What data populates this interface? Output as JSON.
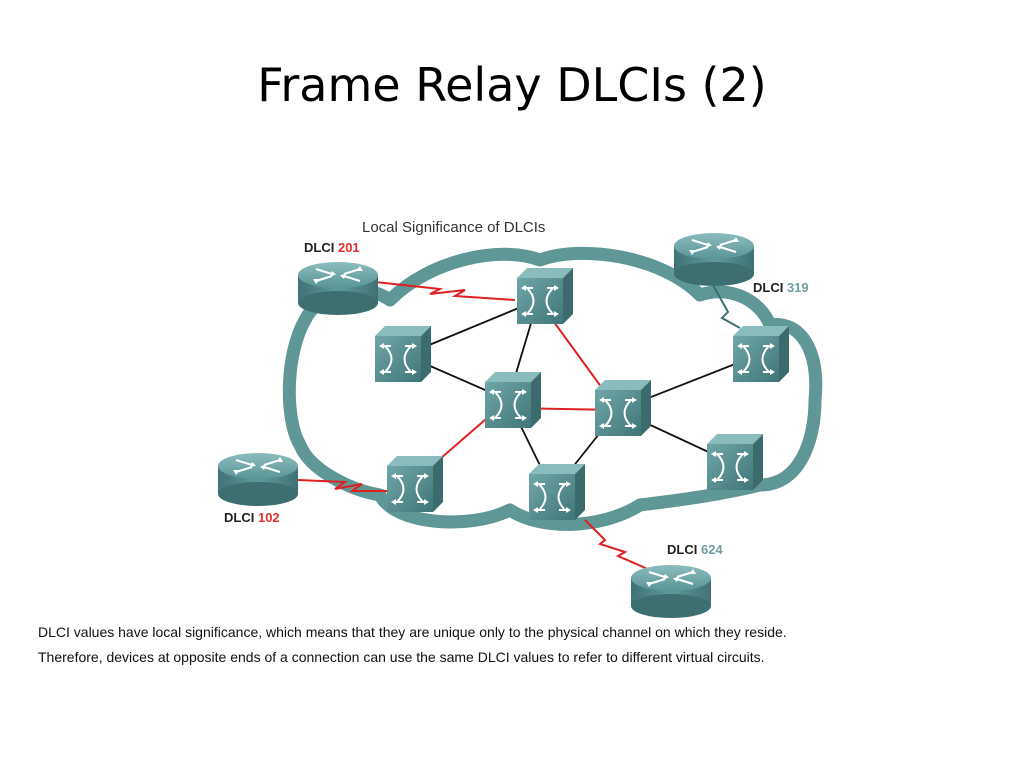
{
  "slide": {
    "title": "Frame Relay DLCIs (2)"
  },
  "diagram": {
    "title": "Local Significance of DLCIs",
    "dlci_prefix": "DLCI",
    "routers": [
      {
        "id": "router-a",
        "dlci": "201",
        "dlci_color": "#e53030"
      },
      {
        "id": "router-b",
        "dlci": "319",
        "dlci_color": "#6e9ea0"
      },
      {
        "id": "router-c",
        "dlci": "102",
        "dlci_color": "#e53030"
      },
      {
        "id": "router-d",
        "dlci": "624",
        "dlci_color": "#6e9ea0"
      }
    ],
    "colors": {
      "cloud_outline": "#5f9696",
      "device_teal": "#4f8a8c",
      "virtual_circuit": "#e02020",
      "link": "#111111"
    }
  },
  "caption": {
    "line1": "DLCI values have local significance, which means that they are unique only to the physical channel on which they reside.",
    "line2": "Therefore, devices at opposite ends of a connection can use the same DLCI values to refer to different virtual circuits."
  }
}
